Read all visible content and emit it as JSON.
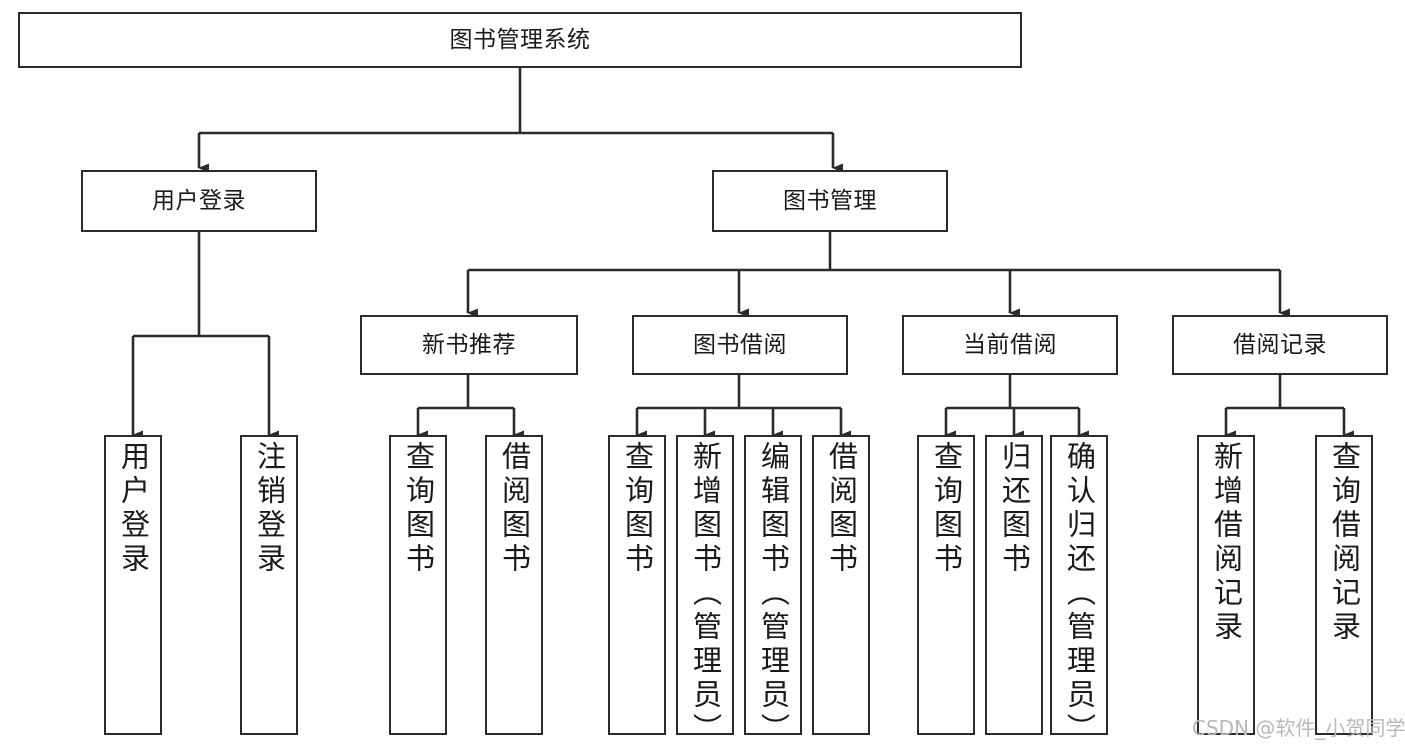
{
  "diagram": {
    "title": "图书管理系统",
    "type": "tree-hierarchy",
    "orientation": "top-down",
    "colors": {
      "box_border": "#2b2b2b",
      "box_fill": "#ffffff",
      "edge": "#2b2b2b",
      "text": "#1a1a1a",
      "watermark": "#b9b9b9",
      "background": "#ffffff"
    },
    "root": {
      "label": "图书管理系统"
    },
    "level2": [
      {
        "label": "用户登录"
      },
      {
        "label": "图书管理"
      }
    ],
    "level3": [
      {
        "label": "新书推荐"
      },
      {
        "label": "图书借阅"
      },
      {
        "label": "当前借阅"
      },
      {
        "label": "借阅记录"
      }
    ],
    "leaves": {
      "user_login": [
        {
          "label": "用户登录"
        },
        {
          "label": "注销登录"
        }
      ],
      "new_book_recommend": [
        {
          "label": "查询图书"
        },
        {
          "label": "借阅图书"
        }
      ],
      "book_borrow": [
        {
          "label": "查询图书"
        },
        {
          "label": "新增图书（管理员）"
        },
        {
          "label": "编辑图书（管理员）"
        },
        {
          "label": "借阅图书"
        }
      ],
      "current_borrow": [
        {
          "label": "查询图书"
        },
        {
          "label": "归还图书"
        },
        {
          "label": "确认归还（管理员）"
        }
      ],
      "borrow_record": [
        {
          "label": "新增借阅记录"
        },
        {
          "label": "查询借阅记录"
        }
      ]
    },
    "watermark": "CSDN @软件_小贺同学"
  }
}
